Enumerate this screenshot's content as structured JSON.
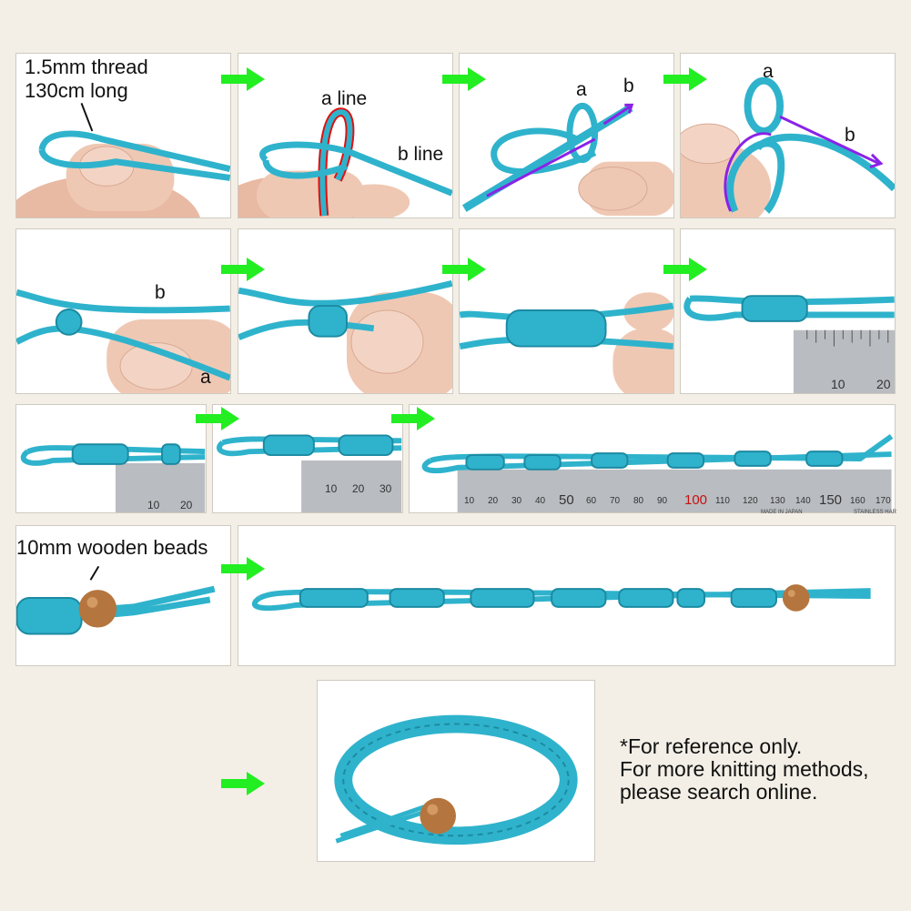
{
  "labels": {
    "thread_line1": "1.5mm thread",
    "thread_line2": "130cm long",
    "a_line": "a line",
    "b_line": "b line",
    "a": "a",
    "b": "b",
    "beads": "10mm wooden beads"
  },
  "ruler": {
    "panel8_ticks": [
      "10",
      "20"
    ],
    "panel9_ticks": [
      "10",
      "20"
    ],
    "panel10_ticks": [
      "10",
      "20",
      "30"
    ],
    "panel11_ticks": [
      "10",
      "20",
      "30",
      "40",
      "50",
      "60",
      "70",
      "80",
      "90",
      "100",
      "110",
      "120",
      "130",
      "140",
      "150",
      "160",
      "170"
    ],
    "panel11_fine_print_1": "MADE IN JAPAN",
    "panel11_fine_print_2": "STAINLESS HAR"
  },
  "note": {
    "line1": "*For reference only.",
    "line2": "For more knitting methods,",
    "line3": "please search online."
  },
  "colors": {
    "cord": "#2fb3cc",
    "cord_dark": "#1c8aa2",
    "arrow": "#22ee22",
    "highlight_red": "#e01010",
    "highlight_purple": "#8a22e8",
    "skin": "#efc8b4",
    "ruler": "#b9bcc0",
    "bead": "#b5753e"
  }
}
